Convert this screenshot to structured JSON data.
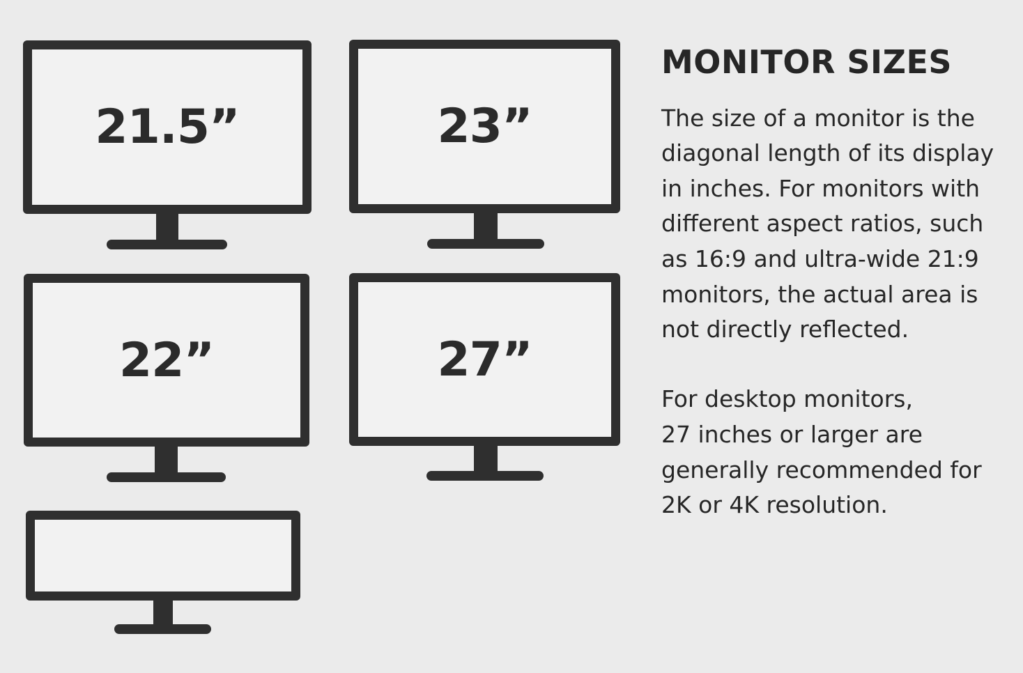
{
  "title": "MONITOR SIZES",
  "monitors": [
    {
      "label": "21.5”"
    },
    {
      "label": "23”"
    },
    {
      "label": "22”"
    },
    {
      "label": "27”"
    },
    {
      "label": ""
    }
  ],
  "paragraph1": [
    "The size of a monitor is the",
    "diagonal length of its display",
    "in inches. For monitors with",
    "different aspect ratios, such",
    "as 16:9 and ultra-wide 21:9",
    "monitors, the actual area is",
    "not directly reflected."
  ],
  "paragraph2": [
    "For desktop monitors,",
    "27 inches or larger are",
    "generally recommended for",
    "2K or 4K resolution."
  ],
  "colors": {
    "frame": "#2f2f2f",
    "screen": "#f2f2f2",
    "background": "#ebebeb",
    "text": "#262626"
  }
}
